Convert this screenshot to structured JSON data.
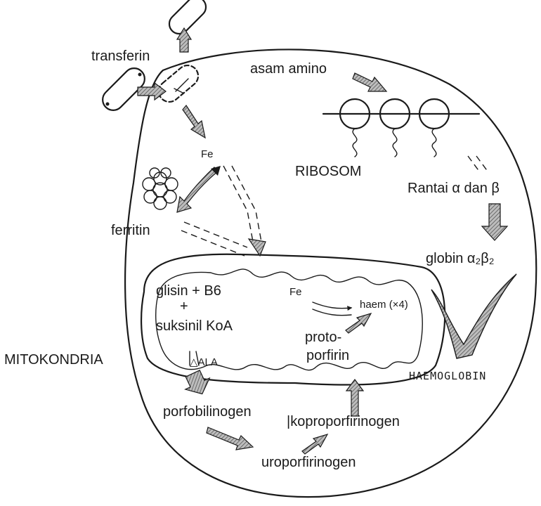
{
  "labels": {
    "transferrin": "transferin",
    "fe_top": "Fe",
    "ferritin": "ferritin",
    "fe_mito": "Fe",
    "amino_acid": "asam amino",
    "ribosome": "RIBOSOM",
    "chains": "Rantai α dan β",
    "globin": "globin α₂β₂",
    "heme": "haem (×4)",
    "haemoglobin": "HAEMOGLOBIN",
    "mitochondria": "MITOKONDRIA",
    "glycine": "glisin + B6",
    "plus": "+",
    "succinyl": "suksinil KoA",
    "ala": "△ALA",
    "protoporphyrin_1": "proto-",
    "protoporphyrin_2": "porfirin",
    "porphobilinogen": "porfobilinogen",
    "coproporphyrinogen": "|koproporfirinogen",
    "uroporphyrinogen": "uroporfirinogen"
  },
  "icons": [
    "transferrin-capsule-icon",
    "ferritin-cluster-icon",
    "ribosome-icon",
    "arrow-icon"
  ],
  "colors": {
    "ink": "#1a1a1a",
    "arrow_fill": "#9a9a9a",
    "background": "#ffffff"
  }
}
